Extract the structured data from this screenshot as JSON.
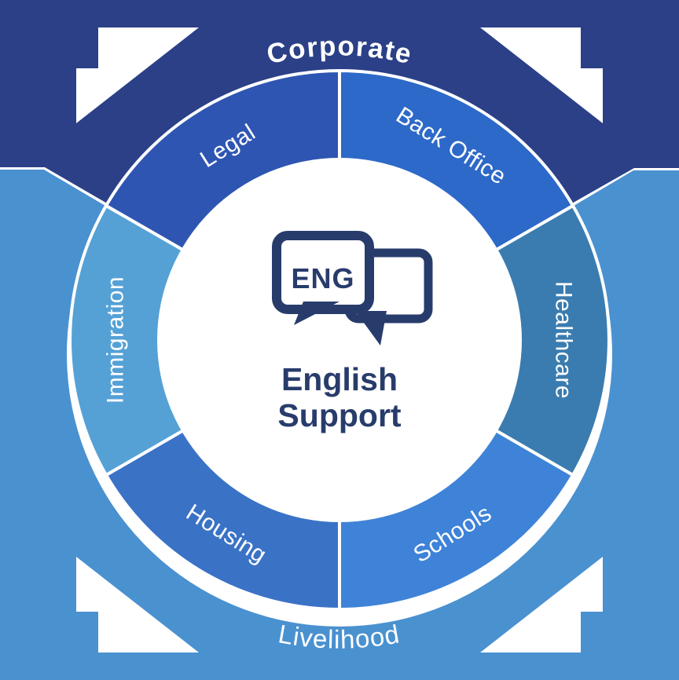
{
  "outer_ring": {
    "top_label": "Corporate",
    "bottom_label": "Livelihood",
    "top_color": "#2b4087",
    "bottom_color": "#4a91d0"
  },
  "segments": [
    {
      "label": "Legal",
      "color": "#2e55b2"
    },
    {
      "label": "Back Office",
      "color": "#2d69c8"
    },
    {
      "label": "Healthcare",
      "color": "#3a7cb0"
    },
    {
      "label": "Schools",
      "color": "#3e83d8"
    },
    {
      "label": "Housing",
      "color": "#3a72c6"
    },
    {
      "label": "Immigration",
      "color": "#55a1d6"
    }
  ],
  "center": {
    "icon_text": "ENG",
    "title_line1": "English",
    "title_line2": "Support",
    "icon_color": "#283c6c"
  }
}
